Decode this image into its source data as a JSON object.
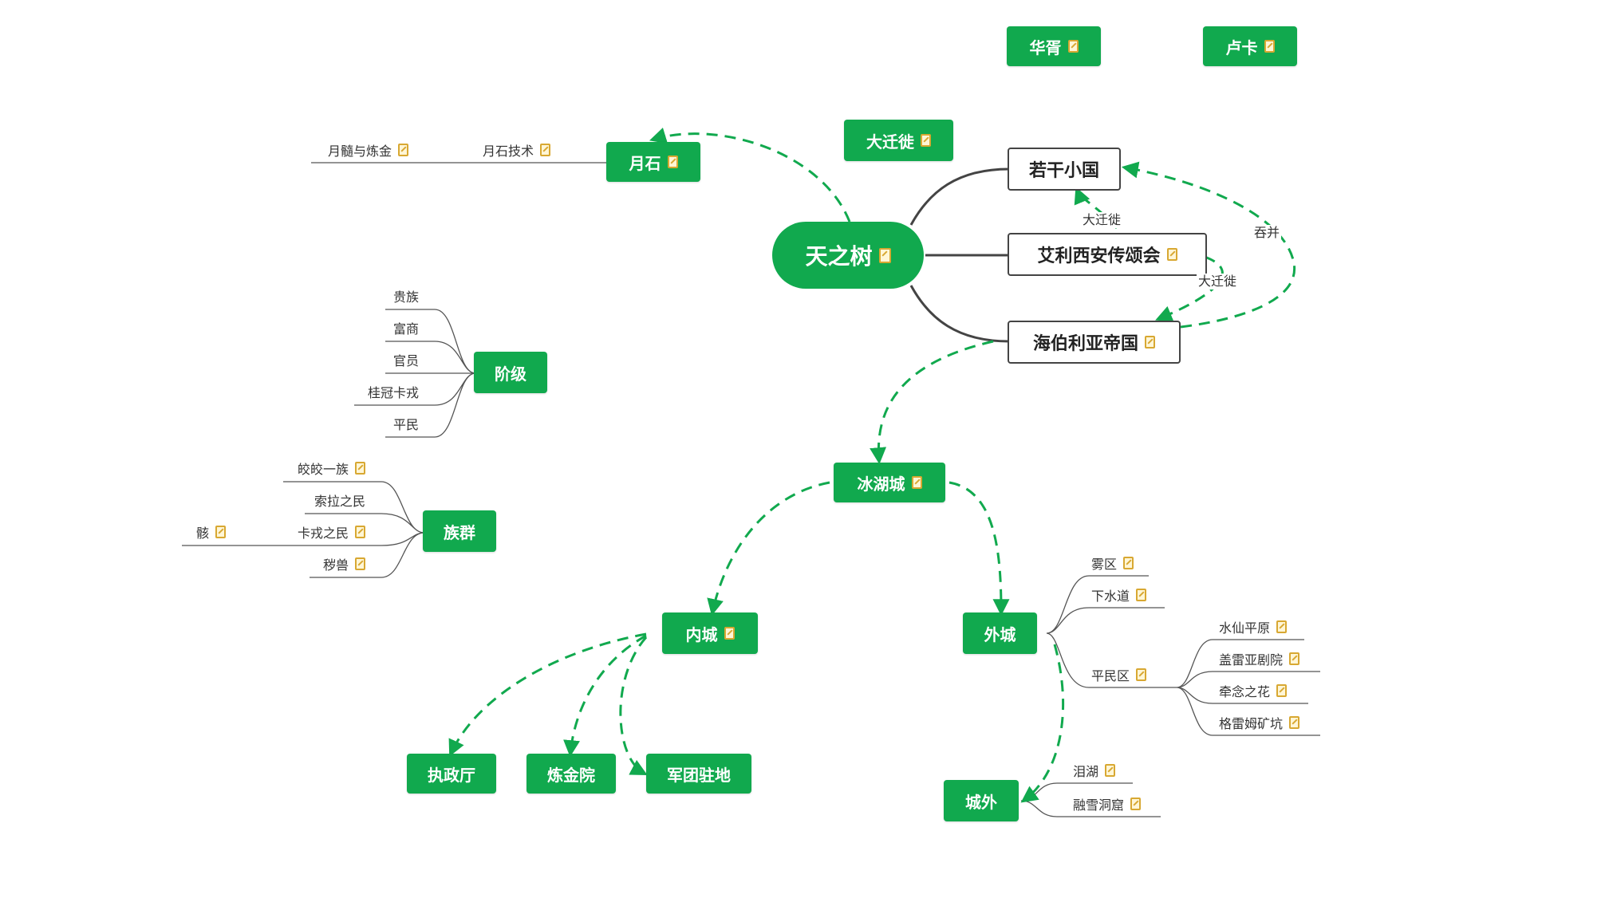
{
  "root": {
    "label": "天之树"
  },
  "nodes": {
    "huaxu": "华胥",
    "luka": "卢卡",
    "daqianxi": "大迁徙",
    "yueshi": "月石",
    "ruogan": "若干小国",
    "ailixian": "艾利西安传颂会",
    "haiboli": "海伯利亚帝国",
    "jieji": "阶级",
    "zuqun": "族群",
    "binghu": "冰湖城",
    "neicheng": "内城",
    "waicheng": "外城",
    "zhizheng": "执政厅",
    "lianjin": "炼金院",
    "juntuan": "军团驻地",
    "chengwai": "城外"
  },
  "leaves": {
    "yuesui": "月髓与炼金",
    "yueshijishu": "月石技术",
    "guizu": "贵族",
    "fushang": "富商",
    "guanyuan": "官员",
    "guiguan": "桂冠卡戎",
    "pingmin": "平民",
    "jiaojiao": "皎皎一族",
    "suola": "索拉之民",
    "karong": "卡戎之民",
    "hai": "骸",
    "moshou": "秽兽",
    "wuqu": "雾区",
    "xiashuidao": "下水道",
    "pingminqu": "平民区",
    "shuixian": "水仙平原",
    "gaileiya": "盖雷亚剧院",
    "qiannian": "牵念之花",
    "geleimu": "格雷姆矿坑",
    "leihu": "泪湖",
    "rongxue": "融雪洞窟"
  },
  "edge_labels": {
    "migration_1": "大迁徙",
    "migration_2": "大迁徙",
    "annex": "吞并"
  },
  "colors": {
    "green": "#11a94e",
    "note": "#d8a832",
    "line": "#444444"
  }
}
